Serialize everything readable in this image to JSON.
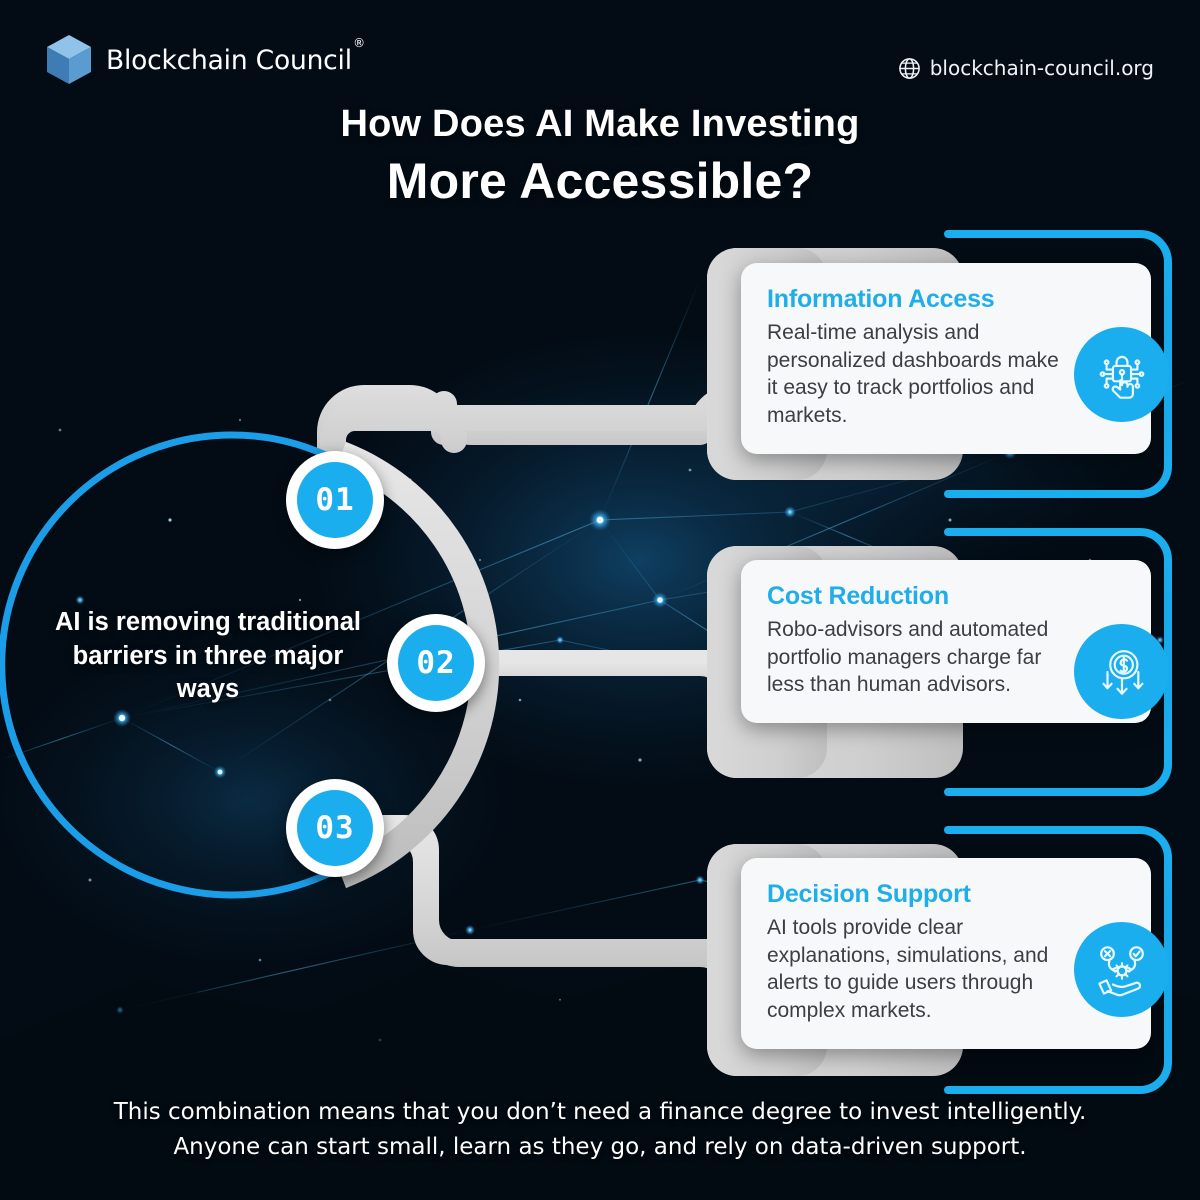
{
  "header": {
    "logo_text": "Blockchain Council",
    "logo_reg": "®",
    "logo_icon": "cube-icon",
    "site_icon": "globe-icon",
    "site_label": "blockchain-council.org"
  },
  "title": {
    "line1": "How Does AI Make Investing",
    "line2": "More Accessible?"
  },
  "center": {
    "text": "AI is removing traditional barriers in three major ways"
  },
  "steps": [
    {
      "number": "01",
      "title": "Information Access",
      "body": "Real-time analysis and personalized dashboards make it easy to track portfolios and markets.",
      "icon": "lock-circuit-touch-icon"
    },
    {
      "number": "02",
      "title": "Cost Reduction",
      "body": "Robo-advisors and automated portfolio managers charge far less than human advisors.",
      "icon": "dollar-coin-down-arrows-icon"
    },
    {
      "number": "03",
      "title": "Decision Support",
      "body": "AI tools provide clear explanations, simulations, and alerts to guide users through complex markets.",
      "icon": "hand-gear-decision-icon"
    }
  ],
  "footer": {
    "line1": "This combination means that you don’t need a finance degree to invest intelligently.",
    "line2": "Anyone can start small, learn as they go, and rely on data-driven support."
  },
  "colors": {
    "background": "#030c15",
    "accent_blue": "#1aaeee",
    "card_title_blue": "#1faeea",
    "connector_gray": "#d3d3d3",
    "card_bg": "#f7f8f9",
    "text_white": "#ffffff",
    "body_text": "#3a3f44"
  }
}
